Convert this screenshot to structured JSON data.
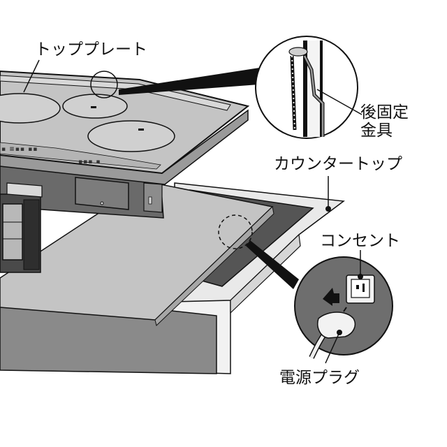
{
  "labels": {
    "top_plate": "トッププレート",
    "rear_fixing_bracket_line1": "後固定",
    "rear_fixing_bracket_line2": "金具",
    "countertop": "カウンタートップ",
    "outlet": "コンセント",
    "power_plug": "電源プラグ"
  },
  "panel_markings": {
    "left_text": "▪ ≡▪▪ ▪▪",
    "right_text": "▪▪▪ ▪"
  },
  "colors": {
    "plate_gray": "#c4c4c4",
    "plate_light": "#d4d4d4",
    "body_dark": "#5a5a5a",
    "body_mid": "#8c8c8c",
    "counter_light": "#e8e8e8",
    "cabinet_gray": "#8a8a8a",
    "cutout_dark": "#555555",
    "outline": "#111111"
  }
}
